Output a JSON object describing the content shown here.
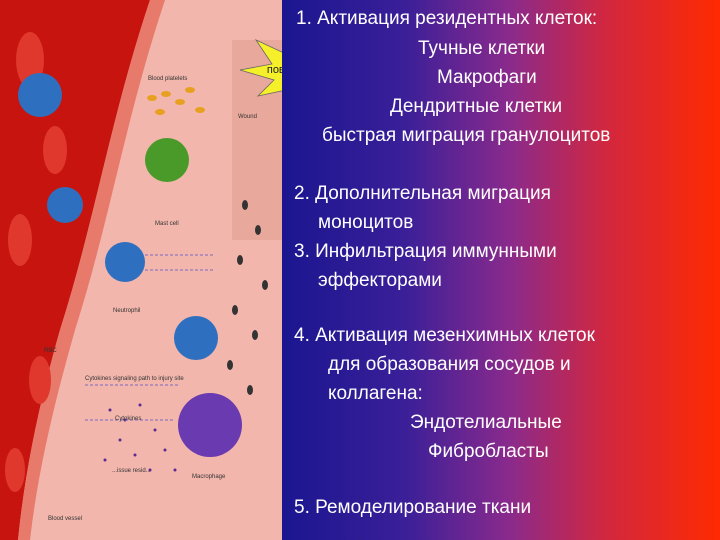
{
  "injury_label": "повреждение",
  "figure_labels": {
    "blood_platelets": "Blood platelets",
    "mast_cell": "Mast cell",
    "neutrophil": "Neutrophil",
    "rbc": "RBC",
    "cytokines_path": "Cytokines signaling path to injury site",
    "cytokines": "Cytokines",
    "wound": "Wound",
    "macrophage": "Macrophage",
    "blood_vessel": "Blood vessel",
    "tissue": "...issue resid..."
  },
  "steps": {
    "s1_title": "1.  Активация резидентных клеток:",
    "s1_a": "Тучные клетки",
    "s1_b": "Макрофаги",
    "s1_c": "Дендритные клетки",
    "s1_d": "быстрая миграция гранулоцитов",
    "s2_a": "2. Дополнительная миграция",
    "s2_b": "моноцитов",
    "s3_a": "3. Инфильтрация иммунными",
    "s3_b": "эффекторами",
    "s4_a": "4. Активация мезенхимных клеток",
    "s4_b": "для образования сосудов и",
    "s4_c": "коллагена:",
    "s4_d": "Эндотелиальные",
    "s4_e": "Фибробласты",
    "s5": "5. Ремоделирование ткани"
  },
  "colors": {
    "vessel": "#d21a14",
    "tissue": "#f2b2a8",
    "mast_cell": "#4a9a2a",
    "neutrophil": "#2f6fc0",
    "macrophage": "#6a3ab0",
    "burst": "#f5f02a"
  }
}
